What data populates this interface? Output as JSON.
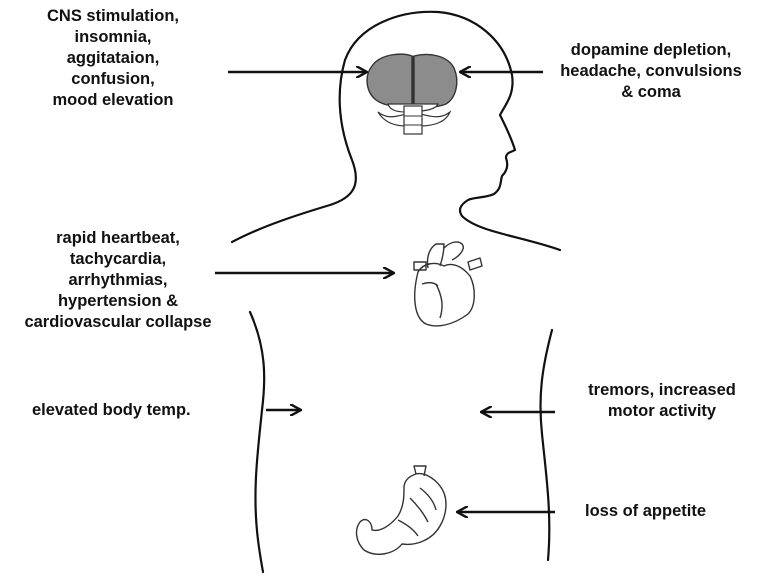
{
  "labels": {
    "brain_left": [
      "CNS stimulation,",
      "insomnia,",
      "aggitataion,",
      "confusion,",
      "mood elevation"
    ],
    "brain_right": [
      "dopamine depletion,",
      "headache, convulsions",
      "& coma"
    ],
    "heart": [
      "rapid heartbeat,",
      "tachycardia,",
      "arrhythmias,",
      "hypertension &",
      "cardiovascular collapse"
    ],
    "temp": "elevated body temp.",
    "motor": [
      "tremors, increased",
      "motor activity"
    ],
    "appetite": "loss of appetite"
  },
  "colors": {
    "ink": "#111111",
    "brain_fill": "#8c8c8c",
    "background": "#ffffff"
  },
  "icons": {
    "brain": "brain-icon",
    "heart": "heart-icon",
    "stomach": "stomach-icon"
  }
}
